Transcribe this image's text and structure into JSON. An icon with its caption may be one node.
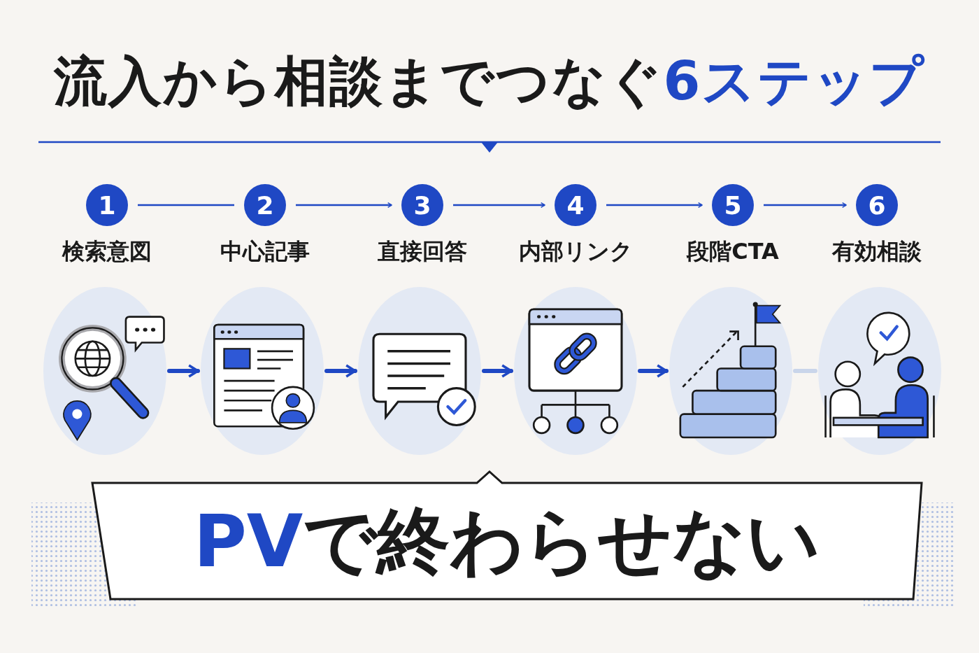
{
  "diagram": {
    "title": "流入から相談までつなぐ6ステップ",
    "nodes": [
      {
        "text": [
          "1"
        ],
        "beside": [
          "検索意図"
        ]
      },
      {
        "text": [
          "2"
        ],
        "beside": [
          "中心記事"
        ]
      },
      {
        "text": [
          "3"
        ],
        "beside": [
          "直接回答"
        ]
      },
      {
        "text": [
          "4"
        ],
        "beside": [
          "内部リンク"
        ]
      },
      {
        "text": [
          "5"
        ],
        "beside": [
          "段階CTA"
        ]
      },
      {
        "text": [
          "6"
        ],
        "beside": [
          "有効相談"
        ]
      },
      {
        "text": [],
        "shape": "picture"
      },
      {
        "text": [],
        "shape": "picture"
      },
      {
        "text": [],
        "shape": "picture"
      },
      {
        "text": [],
        "shape": "picture"
      },
      {
        "text": [],
        "shape": "picture"
      },
      {
        "text": [],
        "shape": "picture"
      },
      {
        "text": [
          "PVで終わらせない"
        ]
      }
    ],
    "edges": [
      {
        "from": 0,
        "to": 1,
        "arrow": "none"
      },
      {
        "from": 1,
        "to": 2,
        "arrow": "to"
      },
      {
        "from": 2,
        "to": 3,
        "arrow": "to"
      },
      {
        "from": 3,
        "to": 4,
        "arrow": "to"
      },
      {
        "from": 4,
        "to": 5,
        "arrow": "to"
      },
      {
        "from": 6,
        "to": 7,
        "arrow": "to",
        "style": "thick"
      },
      {
        "from": 7,
        "to": 8,
        "arrow": "to",
        "style": "thick"
      },
      {
        "from": 8,
        "to": 9,
        "arrow": "to",
        "style": "thick"
      },
      {
        "from": 9,
        "to": 10,
        "arrow": "to",
        "style": "thick"
      },
      {
        "from": 10,
        "to": 11,
        "arrow": "none",
        "style": "thick",
        "color": "#c9d5ea"
      }
    ]
  }
}
